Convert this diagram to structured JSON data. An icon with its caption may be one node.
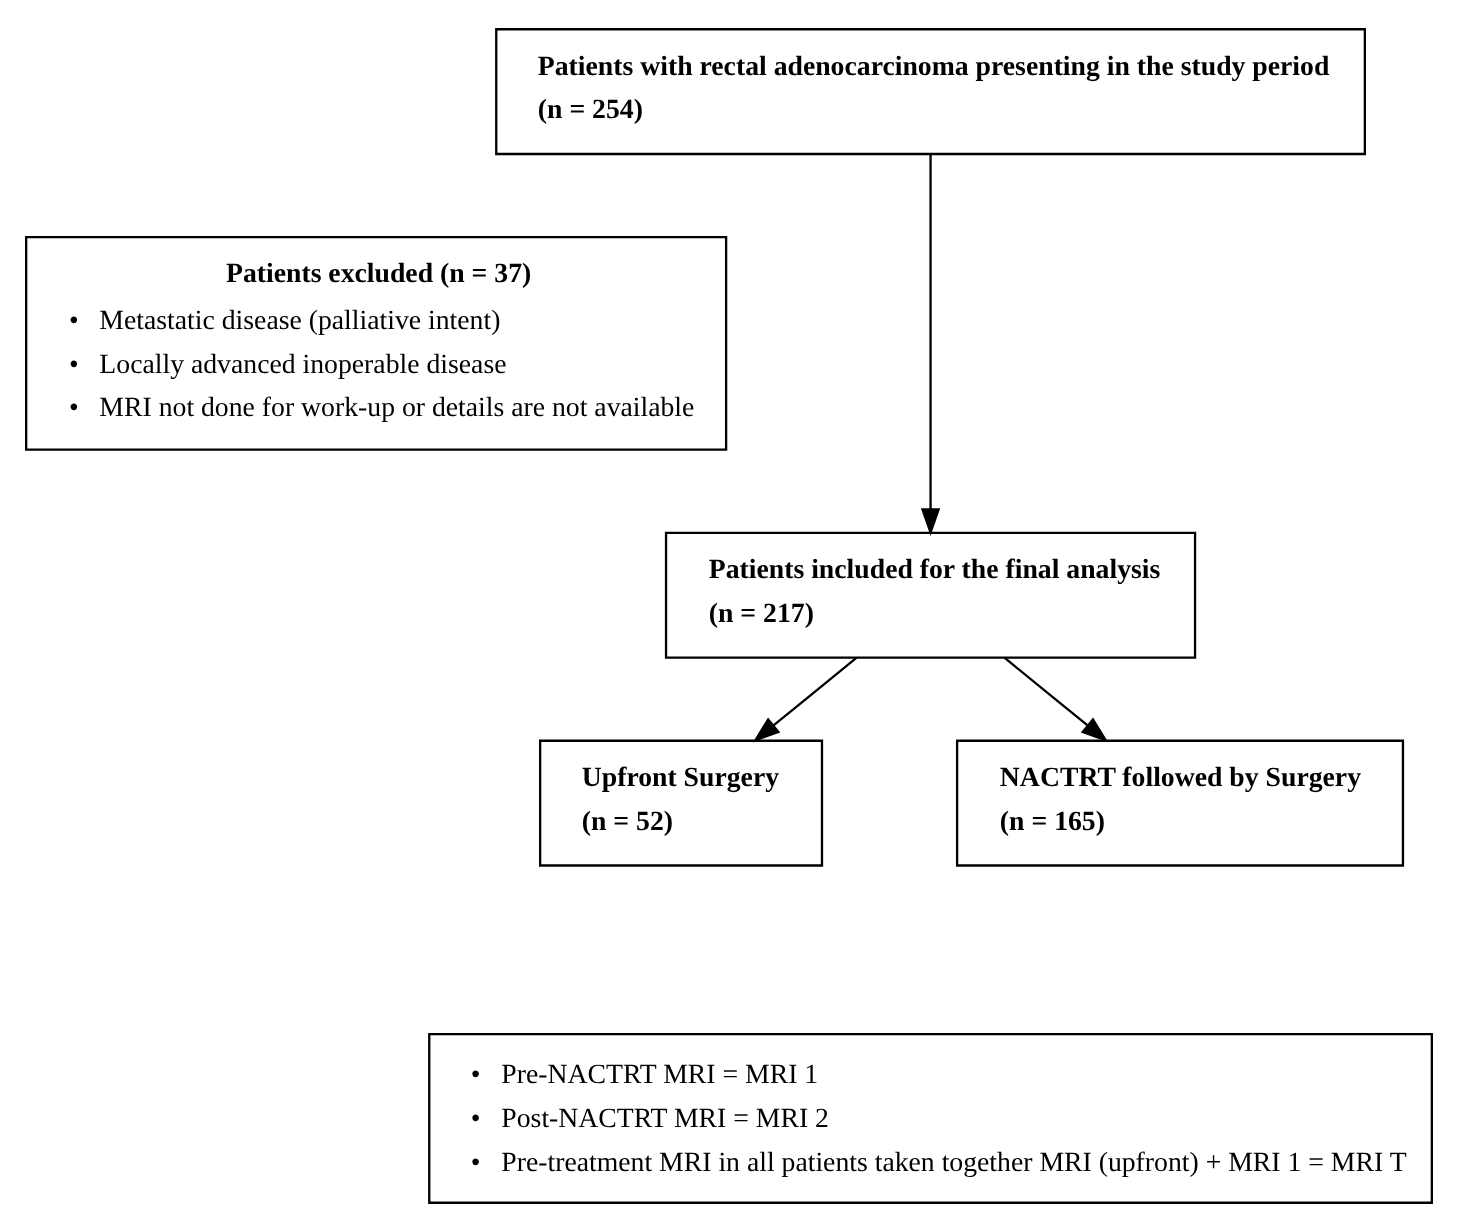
{
  "diagram": {
    "nodes": [
      {
        "text": [
          "Patients with rectal adenocarcinoma presenting in the study period",
          "(n = 254)"
        ]
      },
      {
        "text": [
          "Patients excluded (n = 37)",
          "•   Metastatic disease (palliative intent)",
          "•   Locally advanced inoperable disease",
          "•   MRI not done for work-up or details are not available"
        ]
      },
      {
        "text": [
          "Patients included for the final analysis",
          "(n = 217)"
        ]
      },
      {
        "text": [
          "Upfront Surgery",
          "(n = 52)"
        ]
      },
      {
        "text": [
          "NACTRT followed by Surgery",
          "(n = 165)"
        ]
      },
      {
        "text": [
          "•   Pre-NACTRT MRI = MRI 1",
          "•   Post-NACTRT MRI = MRI 2",
          "•   Pre-treatment MRI in all patients taken together MRI (upfront) + MRI 1 = MRI T"
        ]
      }
    ],
    "edges": [
      {
        "from": 0,
        "to": 2,
        "arrow": "to"
      },
      {
        "from": 2,
        "to": 3,
        "arrow": "to"
      },
      {
        "from": 2,
        "to": 4,
        "arrow": "to"
      }
    ]
  }
}
